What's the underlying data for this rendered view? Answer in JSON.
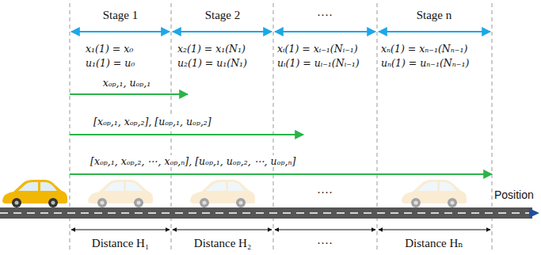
{
  "diagram": {
    "labels": [
      "Stage 1",
      "Stage 2",
      "····",
      "Stage n",
      "x₁(1) = x₀",
      "x₂(1) = x₁(N₁)",
      "xᵢ(1) = xᵢ₋₁(Nᵢ₋₁)",
      "xₙ(1) = xₙ₋₁(Nₙ₋₁)",
      "u₁(1) = u₀",
      "u₂(1) = u₁(N₁)",
      "uᵢ(1) = uᵢ₋₁(Nᵢ₋₁)",
      "uₙ(1) = uₙ₋₁(Nₙ₋₁)",
      "xₒₚ,₁, uₒₚ,₁",
      "[xₒₚ,₁, xₒₚ,₂], [uₒₚ,₁, uₒₚ,₂]",
      "[xₒₚ,₁, xₒₚ,₂, ⋯, xₒₚ,ₙ], [uₒₚ,₁, uₒₚ,₂, ⋯, uₒₚ,ₙ]",
      "····",
      "Position",
      "Distance H₁",
      "Distance H₂",
      "····",
      "Distance Hₙ"
    ]
  }
}
